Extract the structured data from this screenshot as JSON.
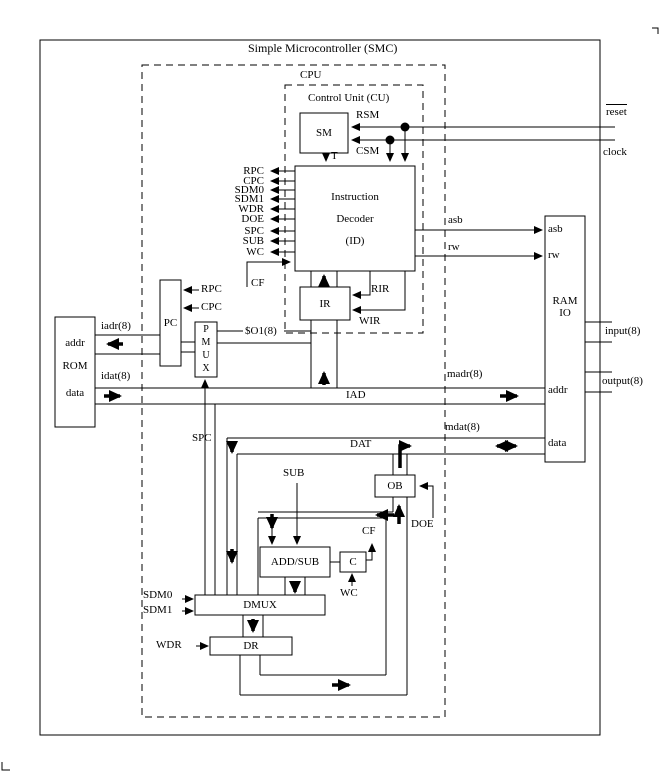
{
  "title": "Simple Microcontroller (SMC)",
  "regions": {
    "cpu": "CPU",
    "cu": "Control Unit (CU)",
    "iad_bus": "IAD",
    "dat_bus": "DAT"
  },
  "blocks": {
    "sm": "SM",
    "id": [
      "Instruction",
      "Decoder",
      "(ID)"
    ],
    "ir": "IR",
    "pc": "PC",
    "pmux": [
      "P",
      "M",
      "U",
      "X"
    ],
    "rom": {
      "addr": "addr",
      "name": "ROM",
      "data": "data"
    },
    "ramio": {
      "asb": "asb",
      "rw": "rw",
      "name1": "RAM",
      "name2": "IO",
      "addr": "addr",
      "data": "data"
    },
    "ob": "OB",
    "addsub": "ADD/SUB",
    "c": "C",
    "dmux": "DMUX",
    "dr": "DR"
  },
  "signals": {
    "id_outputs": [
      "RPC",
      "CPC",
      "SDM0",
      "SDM1",
      "WDR",
      "DOE",
      "SPC",
      "SUB",
      "WC"
    ],
    "rsm": "RSM",
    "csm": "CSM",
    "t": "T",
    "reset": "reset",
    "clock": "clock",
    "cf_id": "CF",
    "asb": "asb",
    "rw": "rw",
    "rir": "RIR",
    "wir": "WIR",
    "rpc_pc": "RPC",
    "cpc_pc": "CPC",
    "spc_pmux": "SPC",
    "so1": "$O1(8)",
    "iadr": "iadr(8)",
    "idat": "idat(8)",
    "madr": "madr(8)",
    "mdat": "mdat(8)",
    "input": "input(8)",
    "output": "output(8)",
    "sub": "SUB",
    "doe": "DOE",
    "cf_c": "CF",
    "wc": "WC",
    "sdm0": "SDM0",
    "sdm1": "SDM1",
    "wdr": "WDR"
  },
  "colors": {
    "ink": "#000000",
    "paper": "#ffffff"
  }
}
